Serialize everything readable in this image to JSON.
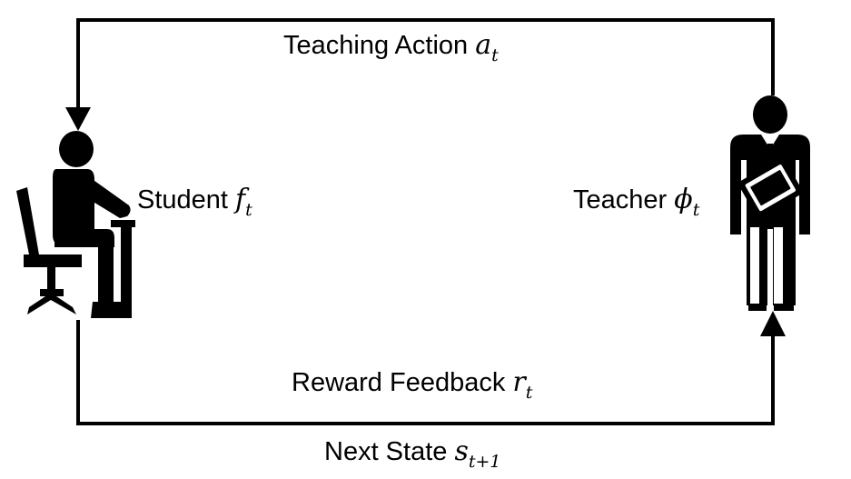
{
  "edges": {
    "teaching_action": {
      "text": "Teaching Action",
      "symbol": "a",
      "sub": "t"
    },
    "reward_feedback": {
      "text": "Reward Feedback",
      "symbol": "r",
      "sub": "t"
    },
    "next_state": {
      "text": "Next State",
      "symbol": "s",
      "sub": "t+1"
    }
  },
  "nodes": {
    "student": {
      "text": "Student",
      "symbol": "f",
      "sub": "t",
      "icon": "student-at-desk-icon"
    },
    "teacher": {
      "text": "Teacher",
      "symbol": "ϕ",
      "sub": "t",
      "icon": "teacher-with-clipboard-icon"
    }
  },
  "colors": {
    "ink": "#000000",
    "background": "#ffffff"
  }
}
